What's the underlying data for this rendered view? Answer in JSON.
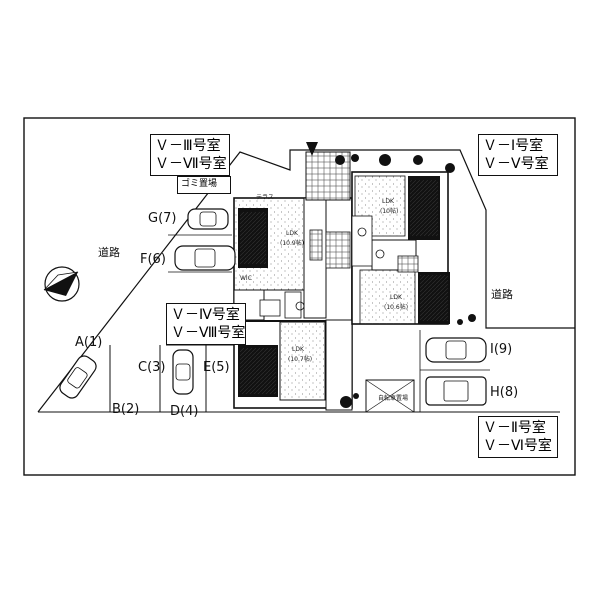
{
  "room_labels": {
    "top_left": [
      "Ｖ－Ⅲ号室",
      "Ｖ－Ⅶ号室"
    ],
    "top_right": [
      "Ｖ－Ⅰ号室",
      "Ｖ－Ⅴ号室"
    ],
    "middle": [
      "Ｖ－Ⅳ号室",
      "Ｖ－Ⅷ号室"
    ],
    "bottom_right": [
      "Ｖ－Ⅱ号室",
      "Ｖ－Ⅵ号室"
    ]
  },
  "parking": {
    "A": "A(1)",
    "B": "B(2)",
    "C": "C(3)",
    "D": "D(4)",
    "E": "E(5)",
    "F": "F(6)",
    "G": "G(7)",
    "H": "H(8)",
    "I": "I(9)"
  },
  "roads": {
    "left": "道路",
    "right": "道路"
  },
  "garbage": "ゴミ置場",
  "bicycle": "自転車置場",
  "rooms": {
    "ldk": "LDK",
    "ldk_a_size": "(10.9帖)",
    "ldk_b_size": "(10帖)",
    "ldk_c_size": "(10.6帖)",
    "ldk_d_size": "(10.7帖)",
    "terrace": "テラス",
    "wic": "WIC"
  },
  "colors": {
    "line": "#111111",
    "hatch": "#333333",
    "tree": "#111111"
  }
}
